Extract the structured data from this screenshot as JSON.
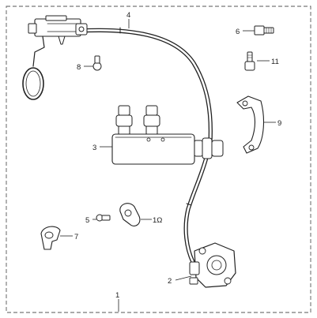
{
  "diagram": {
    "callouts": [
      {
        "id": "1",
        "label": "1"
      },
      {
        "id": "2",
        "label": "2"
      },
      {
        "id": "3",
        "label": "3"
      },
      {
        "id": "4",
        "label": "4"
      },
      {
        "id": "5",
        "label": "5"
      },
      {
        "id": "6",
        "label": "6"
      },
      {
        "id": "7",
        "label": "7"
      },
      {
        "id": "8",
        "label": "8"
      },
      {
        "id": "9",
        "label": "9"
      },
      {
        "id": "10",
        "label": "1Ω"
      },
      {
        "id": "11",
        "label": "11"
      }
    ]
  }
}
